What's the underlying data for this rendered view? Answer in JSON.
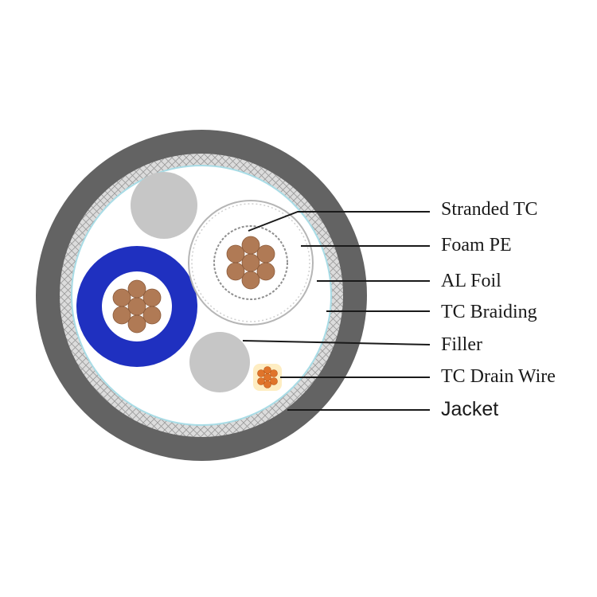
{
  "labels": {
    "stranded_tc": "Stranded TC",
    "foam_pe": "Foam PE",
    "al_foil": "AL Foil",
    "tc_braiding": "TC Braiding",
    "filler": "Filler",
    "tc_drain_wire": "TC Drain Wire",
    "jacket": "Jacket"
  },
  "colors": {
    "jacket": "#636363",
    "braid_background": "#dcdcdc",
    "braid_pattern": "#9a9a9a",
    "foil": "#a8dce6",
    "filler": "#c6c6c6",
    "insulation": "#1f30c0",
    "copper": "#b07a55",
    "copper_edge": "#8a5a3a",
    "drain_wire": "#e0742a",
    "drain_wire_bg": "#fde6a8",
    "line": "#1a1a1a"
  }
}
